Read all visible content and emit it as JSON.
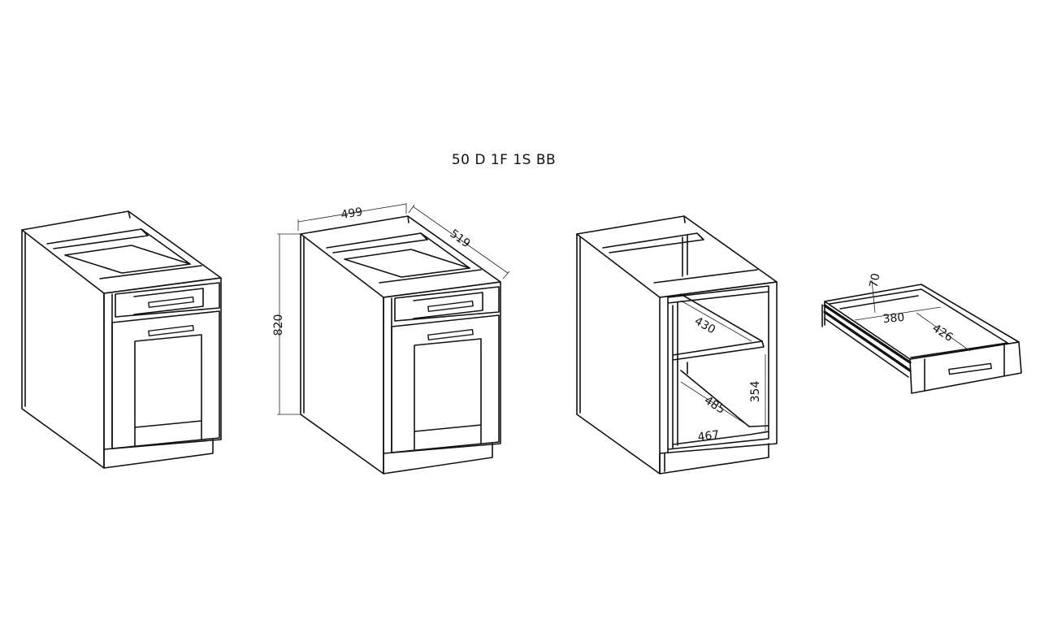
{
  "title": "50 D 1F 1S BB",
  "dimensions": {
    "width": "499",
    "depth": "519",
    "height": "820",
    "shelf_depth": "430",
    "inner_depth": "485",
    "inner_width": "467",
    "inner_height": "354",
    "drawer_height": "70",
    "drawer_width": "380",
    "drawer_depth": "426"
  }
}
